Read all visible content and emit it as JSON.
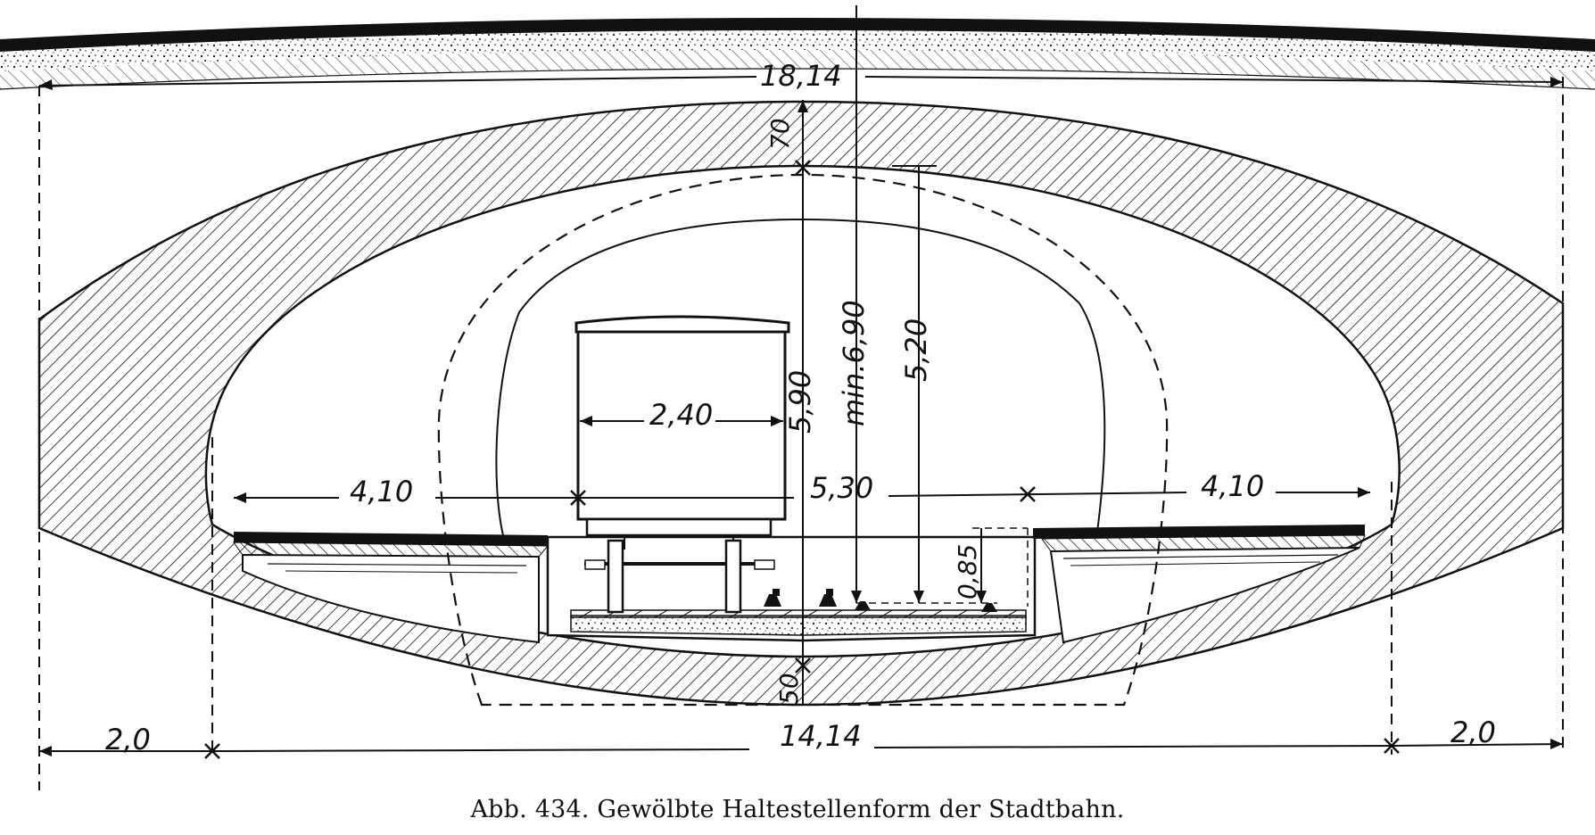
{
  "caption": "Abb. 434. Gewölbte Haltestellenform der Stadtbahn.",
  "dimensions": {
    "overall_width": "18,14",
    "crown_thickness": "70",
    "inner_width": "14,14",
    "left_offset": "2,0",
    "right_offset": "2,0",
    "platform_left": "4,10",
    "platform_right": "4,10",
    "track_span": "5,30",
    "car_width": "2,40",
    "height_total": "5,90",
    "height_min": "min.6,90",
    "height_clear": "5,20",
    "platform_height": "0,85",
    "invert_thickness": "50"
  },
  "colors": {
    "ink": "#111111",
    "paper": "#ffffff"
  }
}
